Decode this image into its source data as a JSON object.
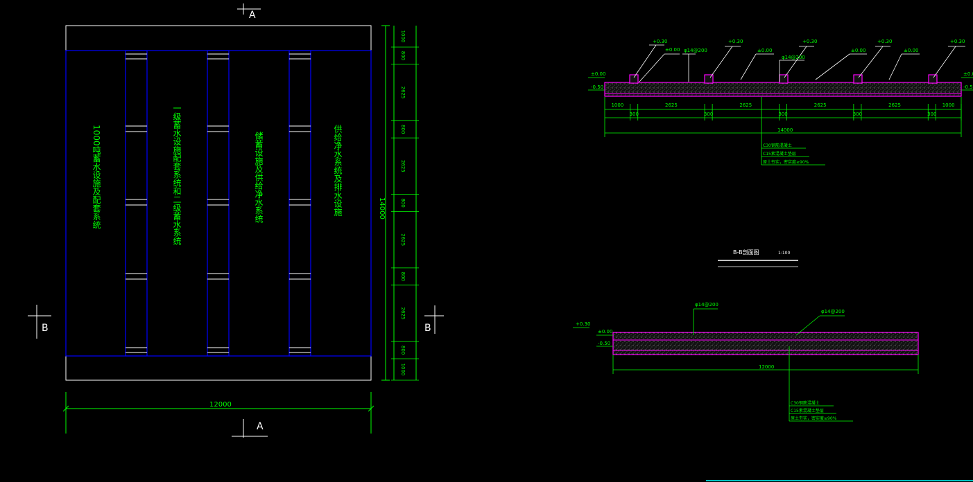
{
  "plan": {
    "section_mark_a": "A",
    "section_mark_b": "B",
    "overall_width": "12000",
    "overall_height": "14000",
    "vertical_dims": [
      "1000",
      "800",
      "2625",
      "800",
      "2625",
      "800",
      "2625",
      "800",
      "2625",
      "800",
      "1000"
    ],
    "zone_labels": [
      "1000吨蓄水设施及配套系统",
      "一级蓄水设施配套系统和二级蓄水系统",
      "储蓄设施及供给净水系统",
      "供给净水系统及排水设施"
    ]
  },
  "section_aa": {
    "elev_top": "+0.30",
    "elev_zero": "±0.00",
    "elev_zero_alt": "±0.00",
    "elev_bottom": "-0.50",
    "rebar": "φ14@200",
    "bottom_dims": [
      "1000",
      "300",
      "2625",
      "300",
      "2625",
      "300",
      "2625",
      "300",
      "2625",
      "300",
      "1000"
    ],
    "total": "14000",
    "notes": [
      "C30钢筋混凝土",
      "C15素混凝土垫层",
      "原土夯实，密实度≥90%"
    ]
  },
  "section_bb": {
    "title": "B-B剖面图",
    "scale": "1:100",
    "elev_top": "+0.30",
    "elev_zero": "±0.00",
    "elev_bottom": "-0.50",
    "rebar_1": "φ14@200",
    "rebar_2": "φ14@200",
    "total": "12000",
    "notes": [
      "C30钢筋混凝土",
      "C15素混凝土垫层",
      "原土夯实，密实度≥90%"
    ]
  },
  "colors": {
    "background": "#000000",
    "outline": "#ffffff",
    "plan_blue": "#0000ff",
    "dimension_green": "#00ff00",
    "slab_magenta": "#ff00ff"
  }
}
